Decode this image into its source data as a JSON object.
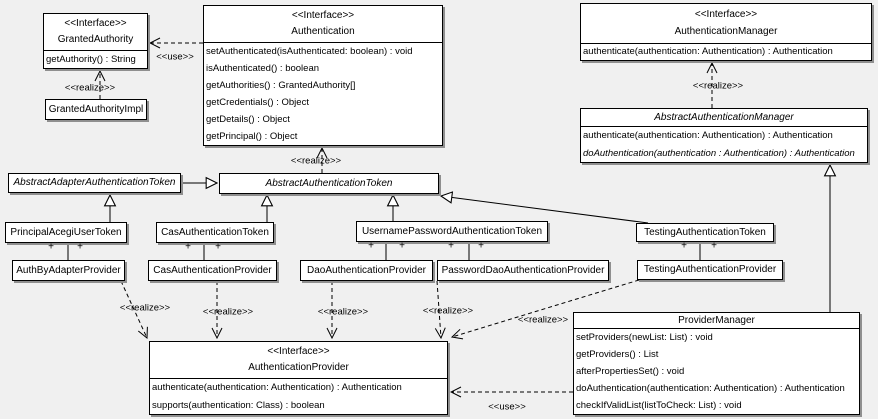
{
  "diagram": {
    "background_color": "#f0f0f0",
    "box_fill_color": "#ffffff",
    "line_color": "#000000",
    "shadow_color": "#8f8f8f"
  },
  "classes": [
    {
      "stereotype": "<<Interface>>",
      "name": "GrantedAuthority",
      "methods": [
        "getAuthority() : String"
      ]
    },
    {
      "name": "GrantedAuthorityImpl",
      "methods": []
    },
    {
      "stereotype": "<<Interface>>",
      "name": "Authentication",
      "methods": [
        "setAuthenticated(isAuthenticated: boolean) : void",
        "isAuthenticated() : boolean",
        "getAuthorities() : GrantedAuthority[]",
        "getCredentials() : Object",
        "getDetails() : Object",
        "getPrincipal() : Object"
      ]
    },
    {
      "stereotype": "<<Interface>>",
      "name": "AuthenticationManager",
      "methods": [
        "authenticate(authentication: Authentication) : Authentication"
      ]
    },
    {
      "name": "AbstractAuthenticationManager",
      "methods": [
        "authenticate(authentication: Authentication) : Authentication",
        "doAuthentication(authentication : Authentication) : Authentication"
      ]
    },
    {
      "name": "AbstractAdapterAuthenticationToken",
      "methods": []
    },
    {
      "name": "AbstractAuthenticationToken",
      "methods": []
    },
    {
      "name": "PrincipalAcegiUserToken",
      "methods": []
    },
    {
      "name": "CasAuthenticationToken",
      "methods": []
    },
    {
      "name": "UsernamePasswordAuthenticationToken",
      "methods": []
    },
    {
      "name": "TestingAuthenticationToken",
      "methods": []
    },
    {
      "name": "AuthByAdapterProvider",
      "methods": []
    },
    {
      "name": "CasAuthenticationProvider",
      "methods": []
    },
    {
      "name": "DaoAuthenticationProvider",
      "methods": []
    },
    {
      "name": "PasswordDaoAuthenticationProvider",
      "methods": []
    },
    {
      "name": "TestingAuthenticationProvider",
      "methods": []
    },
    {
      "stereotype": "<<Interface>>",
      "name": "AuthenticationProvider",
      "methods": [
        "authenticate(authentication: Authentication) : Authentication",
        "supports(authentication: Class) : boolean"
      ]
    },
    {
      "name": "ProviderManager",
      "methods": [
        "setProviders(newList: List) : void",
        "getProviders() : List",
        "afterPropertiesSet() : void",
        "doAuthentication(authentication: Authentication) : Authentication",
        "checkIfValidList(listToCheck: List) : void"
      ]
    }
  ],
  "edge_labels": {
    "use_top": "<<use>>",
    "realize_granted_authority": "<<realize>>",
    "realize_authentication": "<<realize>>",
    "realize_authentication_manager": "<<realize>>",
    "realize_auth_by_adapter": "<<realize>>",
    "realize_cas": "<<realize>>",
    "realize_dao": "<<realize>>",
    "realize_password_dao": "<<realize>>",
    "realize_testing": "<<realize>>",
    "use_provider_manager": "<<use>>",
    "multiplicity_plus": "+"
  }
}
